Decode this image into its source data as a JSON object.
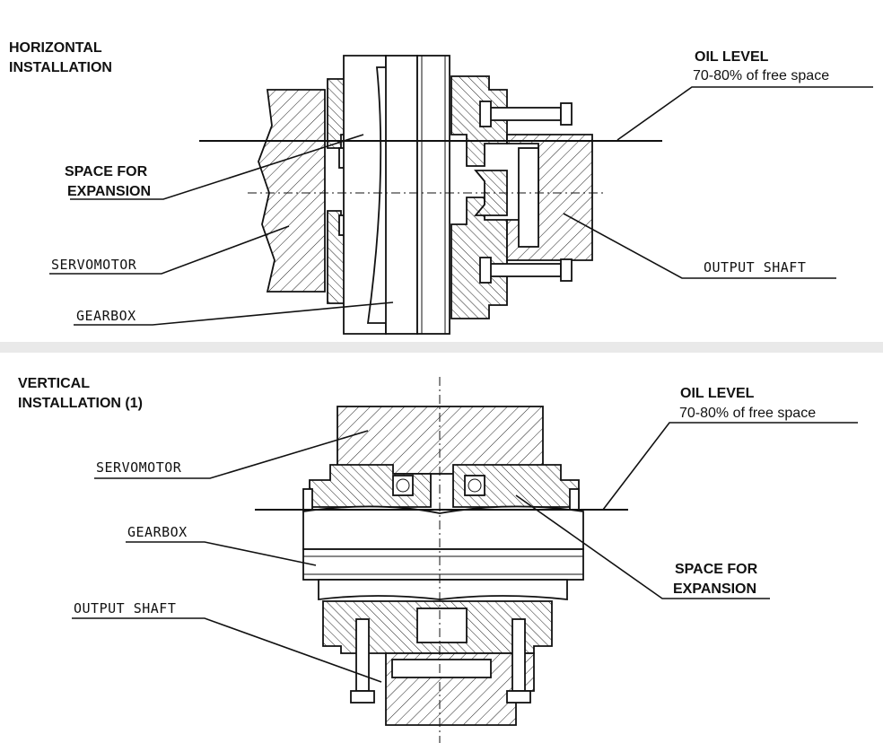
{
  "horizontal": {
    "title_line1": "HORIZONTAL",
    "title_line2": "INSTALLATION",
    "oil_level_line1": "OIL LEVEL",
    "oil_level_line2": "70-80% of free space",
    "space_line1": "SPACE FOR",
    "space_line2": "EXPANSION",
    "servomotor": "SERVOMOTOR",
    "gearbox": "GEARBOX",
    "output_shaft": "OUTPUT SHAFT"
  },
  "vertical": {
    "title_line1": "VERTICAL",
    "title_line2": "INSTALLATION (1)",
    "oil_level_line1": "OIL LEVEL",
    "oil_level_line2": "70-80% of free space",
    "servomotor": "SERVOMOTOR",
    "gearbox": "GEARBOX",
    "output_shaft": "OUTPUT SHAFT",
    "space_line1": "SPACE FOR",
    "space_line2": "EXPANSION"
  }
}
